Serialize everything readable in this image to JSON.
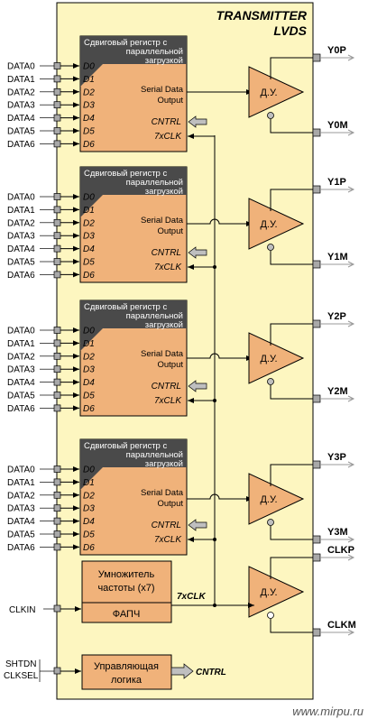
{
  "title_line1": "TRANSMITTER",
  "title_line2": "LVDS",
  "watermark": "www.mirpu.ru",
  "register": {
    "title_lines": [
      "Сдвиговый регистр с",
      "параллельной",
      "загрузкой"
    ],
    "serial_line1": "Serial Data",
    "serial_line2": "Output",
    "cntrl": "CNTRL",
    "clk": "7xCLK",
    "d_pins": [
      "D0",
      "D1",
      "D2",
      "D3",
      "D4",
      "D5",
      "D6"
    ]
  },
  "data_inputs": [
    "DATA0",
    "DATA1",
    "DATA2",
    "DATA3",
    "DATA4",
    "DATA5",
    "DATA6"
  ],
  "driver_label": "Д.У.",
  "outputs": [
    {
      "p": "Y0P",
      "m": "Y0M"
    },
    {
      "p": "Y1P",
      "m": "Y1M"
    },
    {
      "p": "Y2P",
      "m": "Y2M"
    },
    {
      "p": "Y3P",
      "m": "Y3M"
    },
    {
      "p": "CLKP",
      "m": "CLKM"
    }
  ],
  "clkin_label": "CLKIN",
  "multiplier_line1": "Умножитель",
  "multiplier_line2": "частоты (x7)",
  "pll_label": "ФАПЧ",
  "clk_signal": "7xCLK",
  "ctrl_inputs": [
    "SHTDN",
    "CLKSEL"
  ],
  "control_line1": "Управляющая",
  "control_line2": "логика",
  "cntrl_signal": "CNTRL",
  "colors": {
    "chip_bg": "#fdf6c0",
    "block": "#f0b27a",
    "header": "#4a4a4a",
    "pin_gray": "#a8a8a8",
    "wire": "#000000"
  }
}
